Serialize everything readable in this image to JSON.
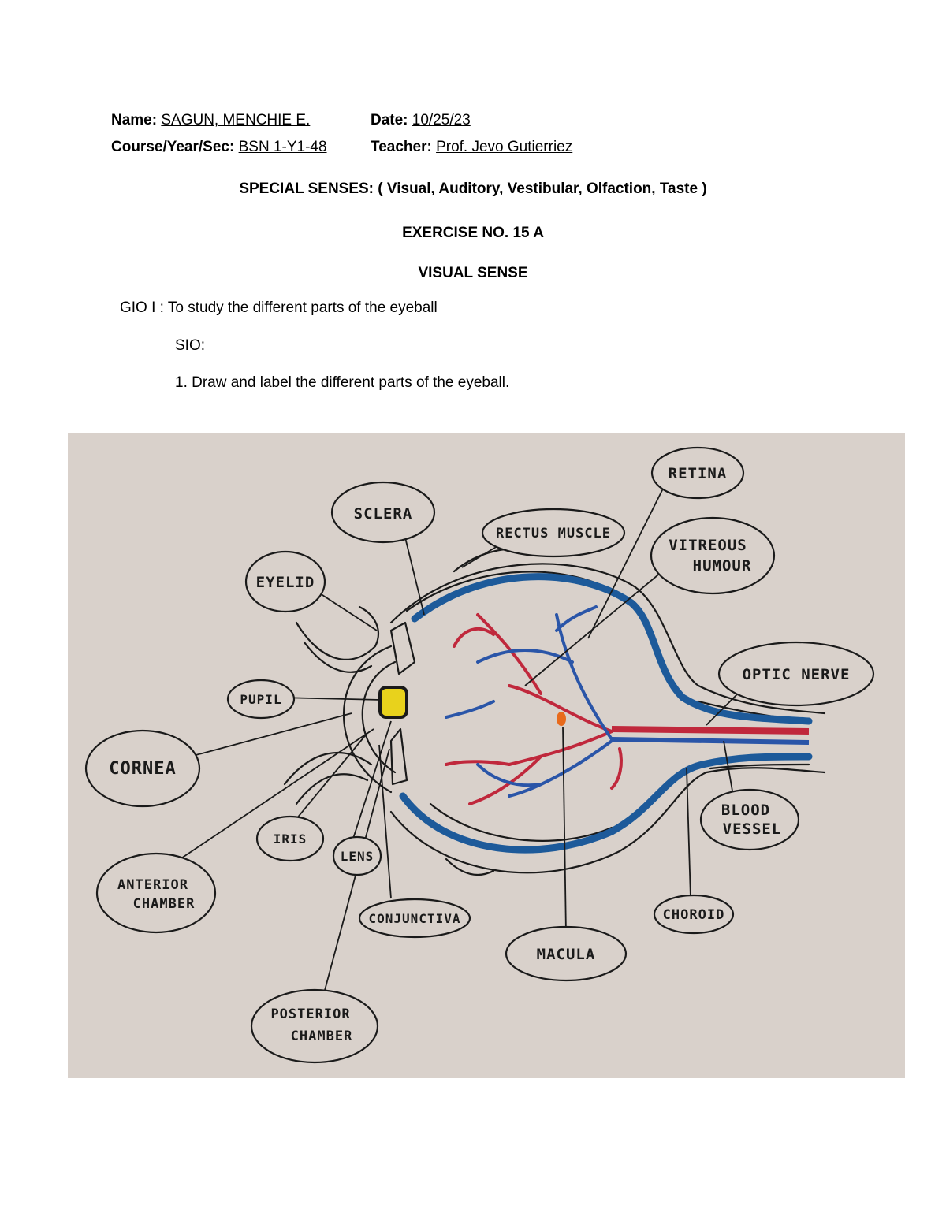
{
  "header": {
    "name_label": "Name:",
    "name_value": "SAGUN, MENCHIE E.",
    "date_label": "Date:",
    "date_value": "10/25/23",
    "course_label": "Course/Year/Sec:",
    "course_value": "BSN 1-Y1-48",
    "teacher_label": "Teacher:",
    "teacher_value": "Prof. Jevo Gutierriez"
  },
  "title": "SPECIAL SENSES: ( Visual, Auditory, Vestibular, Olfaction, Taste )",
  "exercise": "EXERCISE NO. 15 A",
  "subtitle": "VISUAL SENSE",
  "gio": "GIO I : To study the different parts of the eyeball",
  "sio": "SIO:",
  "instruction": "1. Draw and label the different parts of the eyeball.",
  "diagram": {
    "labels": {
      "retina": "RETINA",
      "sclera": "SCLERA",
      "rectus_muscle": "RECTUS MUSCLE",
      "vitreous_1": "VITREOUS",
      "vitreous_2": "HUMOUR",
      "eyelid": "EYELID",
      "optic_nerve": "OPTIC NERVE",
      "pupil": "PUPIL",
      "cornea": "CORNEA",
      "blood_1": "BLOOD",
      "blood_2": "VESSEL",
      "iris": "IRIS",
      "lens": "LENS",
      "anterior_1": "ANTERIOR",
      "anterior_2": "CHAMBER",
      "conjunctiva": "CONJUNCTIVA",
      "choroid": "CHOROID",
      "macula": "MACULA",
      "posterior_1": "POSTERIOR",
      "posterior_2": "CHAMBER"
    },
    "colors": {
      "paper": "#d9d1cb",
      "choroid_blue": "#1d5a9a",
      "vein_blue": "#2a55a8",
      "artery_red": "#c0283c",
      "lens_yellow": "#e8d21c",
      "macula_orange": "#e86a1c",
      "ink": "#1a1a1a"
    }
  }
}
